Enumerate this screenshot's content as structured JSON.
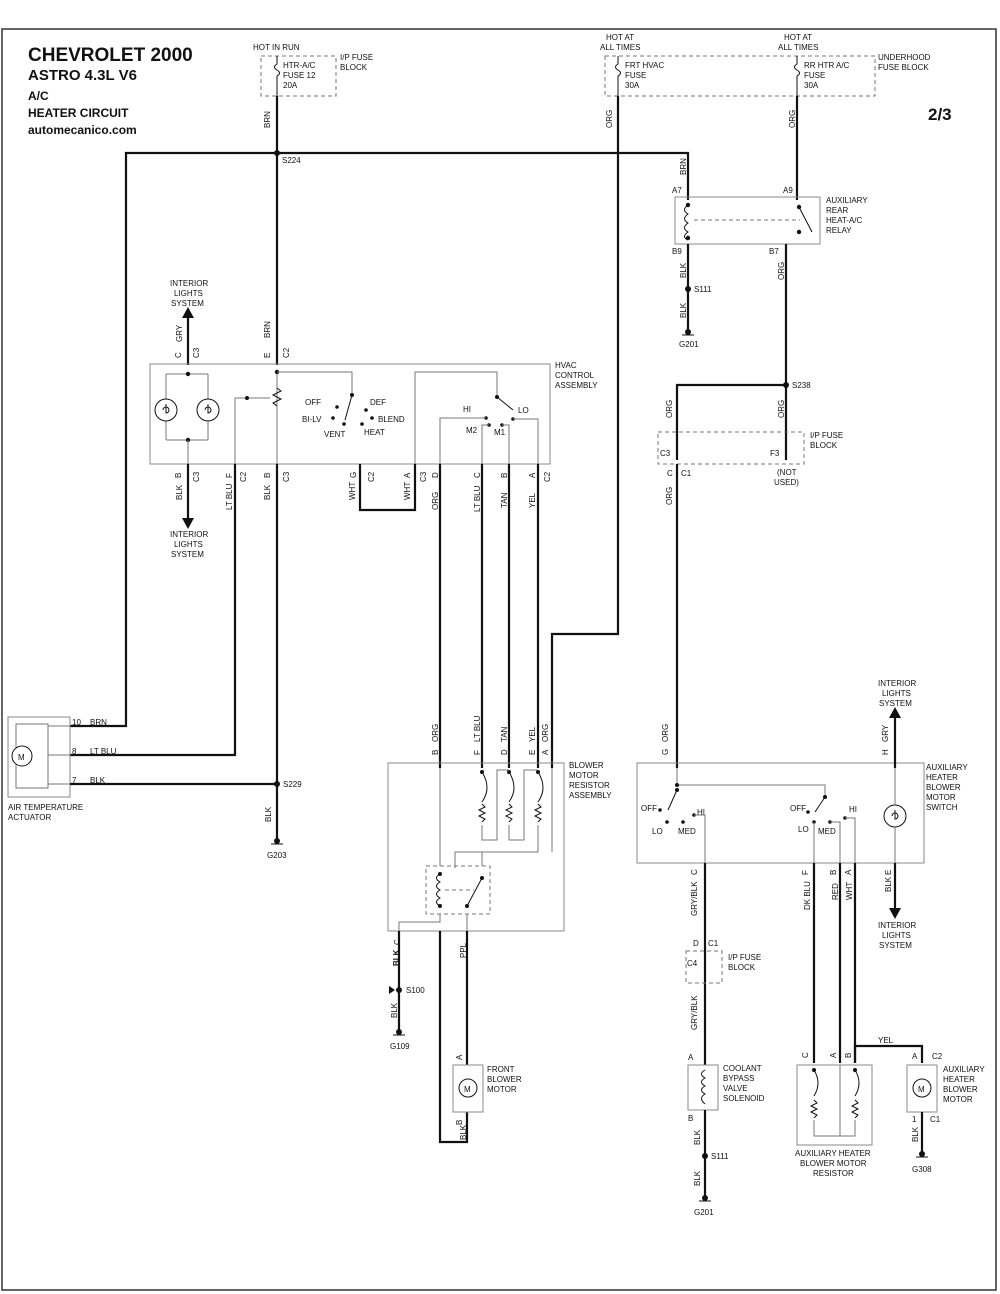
{
  "header": {
    "make": "CHEVROLET 2000",
    "model": "ASTRO  4.3L  V6",
    "system": "A/C",
    "circuit": "HEATER CIRCUIT",
    "site": "automecanico.com",
    "page": "2/3"
  },
  "power": {
    "hot_in_run": "HOT IN RUN",
    "htr_fuse": [
      "HTR-A/C",
      "FUSE 12",
      "20A"
    ],
    "ip_fuse_block": [
      "I/P FUSE",
      "BLOCK"
    ],
    "hot_all_times": [
      "HOT AT",
      "ALL TIMES"
    ],
    "frt_fuse": [
      "FRT HVAC",
      "FUSE",
      "30A"
    ],
    "rr_fuse": [
      "RR HTR A/C",
      "FUSE",
      "30A"
    ],
    "underhood": [
      "UNDERHOOD",
      "FUSE BLOCK"
    ]
  },
  "wire_colors": {
    "brn": "BRN",
    "org": "ORG",
    "blk": "BLK",
    "gry": "GRY",
    "wht": "WHT",
    "lt_blu": "LT BLU",
    "tan": "TAN",
    "yel": "YEL",
    "ppl": "PPL",
    "gry_blk": "GRY/BLK",
    "dk_blu": "DK BLU",
    "red": "RED",
    "wht_sp": "WHT"
  },
  "splices": {
    "s224": "S224",
    "s111a": "S111",
    "s238": "S238",
    "s229": "S229",
    "s100": "S100",
    "s111b": "S111"
  },
  "grounds": {
    "g201a": "G201",
    "g203": "G203",
    "g109": "G109",
    "g201b": "G201",
    "g308": "G308"
  },
  "relay": {
    "label": [
      "AUXILIARY",
      "REAR",
      "HEAT-A/C",
      "RELAY"
    ],
    "a7": "A7",
    "a9": "A9",
    "b9": "B9",
    "b7": "B7"
  },
  "interior_lights": [
    "INTERIOR",
    "LIGHTS",
    "SYSTEM"
  ],
  "hvac_control": {
    "label": [
      "HVAC",
      "CONTROL",
      "ASSEMBLY"
    ],
    "modes": {
      "off": "OFF",
      "def": "DEF",
      "bilv": "BI-LV",
      "blend": "BLEND",
      "vent": "VENT",
      "heat": "HEAT"
    },
    "speeds": {
      "hi": "HI",
      "lo": "LO",
      "m2": "M2",
      "m1": "M1"
    },
    "c3": "C3",
    "c2": "C2",
    "pins": {
      "c": "C",
      "e": "E",
      "b": "B",
      "f": "F",
      "g": "G",
      "a": "A",
      "d": "D"
    }
  },
  "ip_fuse_block_2": {
    "label": [
      "I/P FUSE",
      "BLOCK"
    ],
    "c3": "C3",
    "f3": "F3",
    "c1": "C1",
    "c": "C",
    "not_used": [
      "(NOT",
      "USED)"
    ]
  },
  "air_temp": {
    "label": [
      "AIR TEMPERATURE",
      "ACTUATOR"
    ],
    "pin10": "10",
    "pin8": "8",
    "pin7": "7",
    "motor": "M"
  },
  "blower_resistor": {
    "label": [
      "BLOWER",
      "MOTOR",
      "RESISTOR",
      "ASSEMBLY"
    ],
    "b": "B",
    "f": "F",
    "d": "D",
    "e": "E",
    "a": "A",
    "c": "C"
  },
  "front_blower": {
    "label": [
      "FRONT",
      "BLOWER",
      "MOTOR"
    ],
    "a": "A",
    "b": "B",
    "motor": "M"
  },
  "aux_switch": {
    "label": [
      "AUXILIARY",
      "HEATER",
      "BLOWER",
      "MOTOR",
      "SWITCH"
    ],
    "g": "G",
    "h": "H",
    "c": "C",
    "f": "F",
    "b": "B",
    "a": "A",
    "e": "E",
    "off": "OFF",
    "hi": "HI",
    "lo": "LO",
    "med": "MED"
  },
  "ip_fuse_block_3": {
    "label": [
      "I/P FUSE",
      "BLOCK"
    ],
    "d": "D",
    "c1": "C1",
    "c4": "C4"
  },
  "coolant_valve": {
    "label": [
      "COOLANT",
      "BYPASS",
      "VALVE",
      "SOLENOID"
    ],
    "a": "A",
    "b": "B"
  },
  "aux_resistor": {
    "label": [
      "AUXILIARY HEATER",
      "BLOWER MOTOR",
      "RESISTOR"
    ],
    "c": "C",
    "a": "A",
    "b": "B"
  },
  "aux_motor": {
    "label": [
      "AUXILIARY",
      "HEATER",
      "BLOWER",
      "MOTOR"
    ],
    "a": "A",
    "c2": "C2",
    "one": "1",
    "c1": "C1",
    "motor": "M",
    "yel": "YEL"
  }
}
